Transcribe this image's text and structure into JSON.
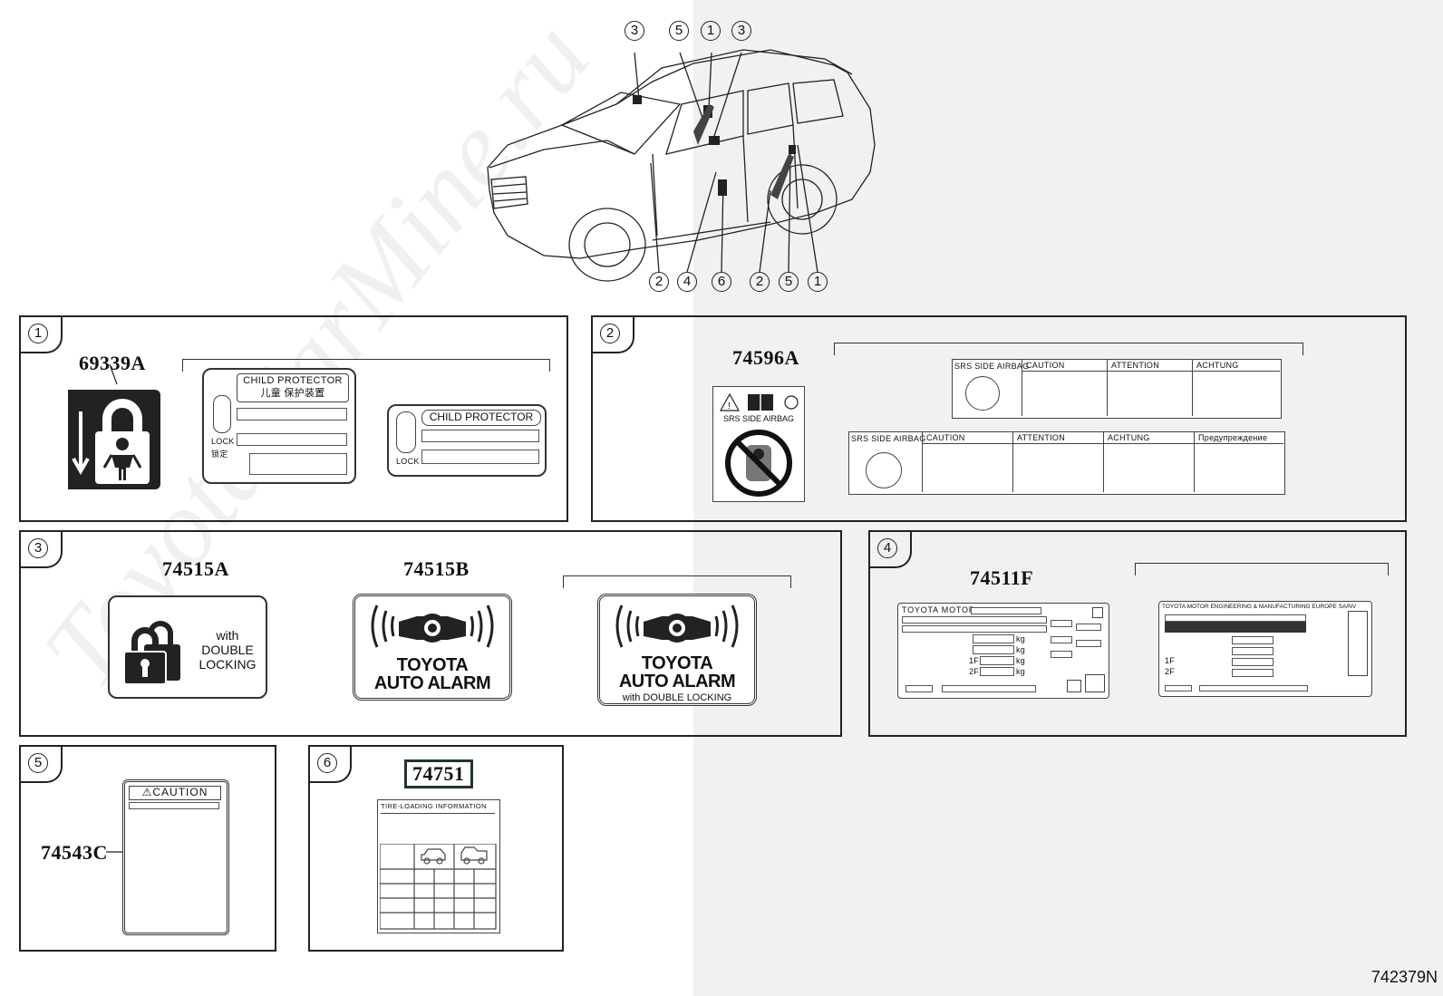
{
  "watermark": "ToyotaCarMine.ru",
  "figure_number": "742379N",
  "callouts": {
    "top": [
      "3",
      "5",
      "1",
      "3"
    ],
    "bottom": [
      "2",
      "4",
      "6",
      "2",
      "5",
      "1"
    ]
  },
  "panels": {
    "p1": {
      "index": "1",
      "part_number": "69339A",
      "child_label_1": {
        "title": "CHILD PROTECTOR",
        "subtitle": "儿童 保护装置",
        "lock": "LOCK",
        "lock_cn": "锁定"
      },
      "child_label_2": {
        "title": "CHILD PROTECTOR",
        "lock": "LOCK"
      }
    },
    "p2": {
      "index": "2",
      "part_number": "74596A",
      "icon_caption": "SRS  SIDE  AIRBAG",
      "table1": {
        "title": "SRS SIDE AIRBAG",
        "headers": [
          "CAUTION",
          "ATTENTION",
          "ACHTUNG"
        ]
      },
      "table2": {
        "title": "SRS SIDE AIRBAG",
        "headers": [
          "CAUTION",
          "ATTENTION",
          "ACHTUNG",
          "Предупреждение"
        ]
      }
    },
    "p3": {
      "index": "3",
      "part_a": "74515A",
      "part_b": "74515B",
      "dl_text": [
        "with",
        "DOUBLE",
        "LOCKING"
      ],
      "alarm_title": [
        "TOYOTA",
        "AUTO ALARM"
      ],
      "alarm_sub": "with DOUBLE LOCKING"
    },
    "p4": {
      "index": "4",
      "part_number": "74511F",
      "plate1_title": "TOYOTA  MOTOR",
      "plate2_title": "TOYOTA MOTOR ENGINEERING & MANUFACTURING EUROPE SA/NV",
      "unit": "kg",
      "axle_1": "1F",
      "axle_2": "2F"
    },
    "p5": {
      "index": "5",
      "part_number": "74543C",
      "caution": "CAUTION"
    },
    "p6": {
      "index": "6",
      "part_number": "74751",
      "title": "TIRE-LOADING  INFORMATION"
    }
  }
}
